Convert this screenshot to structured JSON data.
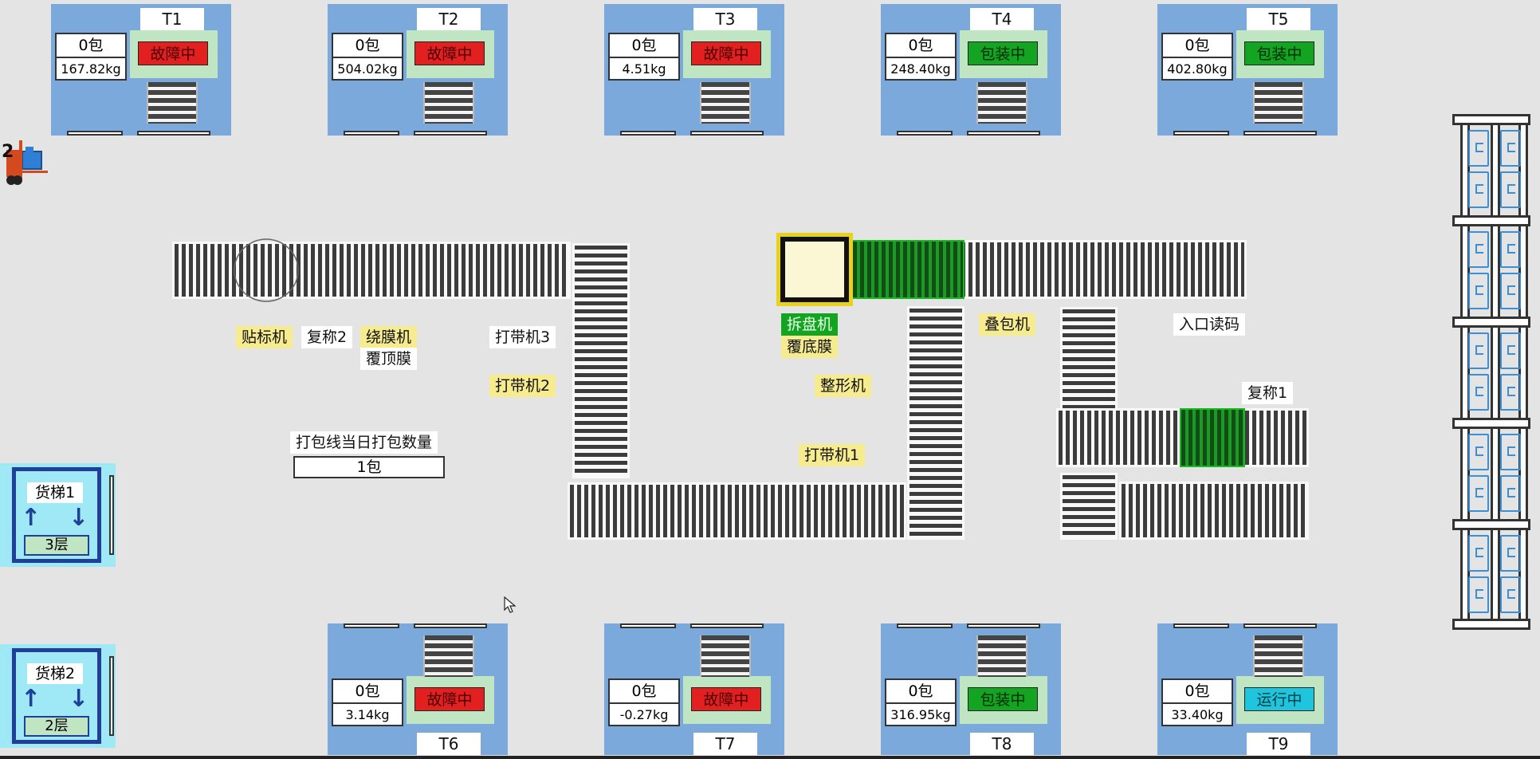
{
  "stations_top": [
    {
      "name": "T1",
      "count": "0包",
      "weight": "167.82kg",
      "status": "故障中",
      "status_type": "fault"
    },
    {
      "name": "T2",
      "count": "0包",
      "weight": "504.02kg",
      "status": "故障中",
      "status_type": "fault"
    },
    {
      "name": "T3",
      "count": "0包",
      "weight": "4.51kg",
      "status": "故障中",
      "status_type": "fault"
    },
    {
      "name": "T4",
      "count": "0包",
      "weight": "248.40kg",
      "status": "包装中",
      "status_type": "pack"
    },
    {
      "name": "T5",
      "count": "0包",
      "weight": "402.80kg",
      "status": "包装中",
      "status_type": "pack"
    }
  ],
  "stations_bottom": [
    {
      "name": "T6",
      "count": "0包",
      "weight": "3.14kg",
      "status": "故障中",
      "status_type": "fault"
    },
    {
      "name": "T7",
      "count": "0包",
      "weight": "-0.27kg",
      "status": "故障中",
      "status_type": "fault"
    },
    {
      "name": "T8",
      "count": "0包",
      "weight": "316.95kg",
      "status": "包装中",
      "status_type": "pack"
    },
    {
      "name": "T9",
      "count": "0包",
      "weight": "33.40kg",
      "status": "运行中",
      "status_type": "run"
    }
  ],
  "machines": {
    "labeler": "贴标机",
    "reweigh2": "复称2",
    "wrapper": "绕膜机",
    "top_film": "覆顶膜",
    "strapper3": "打带机3",
    "strapper2": "打带机2",
    "depalletizer": "拆盘机",
    "bottom_film": "覆底膜",
    "shaper": "整形机",
    "strapper1": "打带机1",
    "stacker": "叠包机",
    "entry_scan": "入口读码",
    "reweigh1": "复称1"
  },
  "daily_count": {
    "label": "打包线当日打包数量",
    "value": "1包"
  },
  "elevators": [
    {
      "name": "货梯1",
      "floor": "3层"
    },
    {
      "name": "货梯2",
      "floor": "2层"
    }
  ],
  "forklift_label": "2",
  "colors": {
    "fault": "#e32020",
    "pack": "#13a521",
    "run": "#1ec5dc",
    "station_bg": "#7ba9dc",
    "label_yellow": "#f7eb90"
  }
}
